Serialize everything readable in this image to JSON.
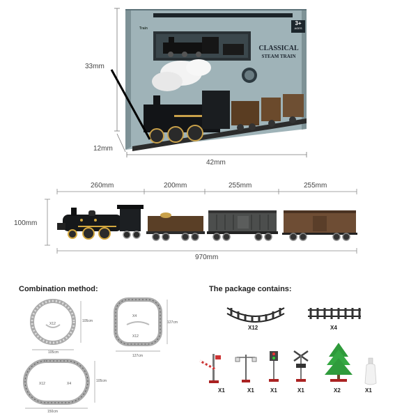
{
  "box": {
    "brand": "Train",
    "title_line1": "CLASSICAL",
    "title_line2": "STEAM TRAIN",
    "age_badge": "3+",
    "age_sub": "AGES",
    "height_label": "33mm",
    "depth_label": "12mm",
    "width_label": "42mm"
  },
  "train": {
    "car_lengths": [
      "260mm",
      "200mm",
      "255mm",
      "255mm"
    ],
    "height_label": "100mm",
    "total_label": "970mm"
  },
  "combination": {
    "heading": "Combination method:",
    "circle": {
      "piece_label": "X12",
      "side_label": "105cm",
      "bottom_label": "105cm"
    },
    "square": {
      "straight_label": "X4",
      "curve_label": "X12",
      "side_label": "127cm",
      "bottom_label": "127cm"
    },
    "oval": {
      "curve_label": "X12",
      "straight_label": "X4",
      "side_label": "105cm",
      "bottom_label": "150cm"
    }
  },
  "package": {
    "heading": "The package contains:",
    "curved_track_qty": "X12",
    "straight_track_qty": "X4",
    "accessories": [
      {
        "icon": "railroad-crossing-gate-icon",
        "qty": "X1"
      },
      {
        "icon": "street-lamp-icon",
        "qty": "X1"
      },
      {
        "icon": "signal-light-icon",
        "qty": "X1"
      },
      {
        "icon": "crossing-sign-icon",
        "qty": "X1"
      },
      {
        "icon": "pine-tree-icon",
        "qty": "X2"
      },
      {
        "icon": "smoke-oil-bottle-icon",
        "qty": "X1"
      }
    ]
  }
}
